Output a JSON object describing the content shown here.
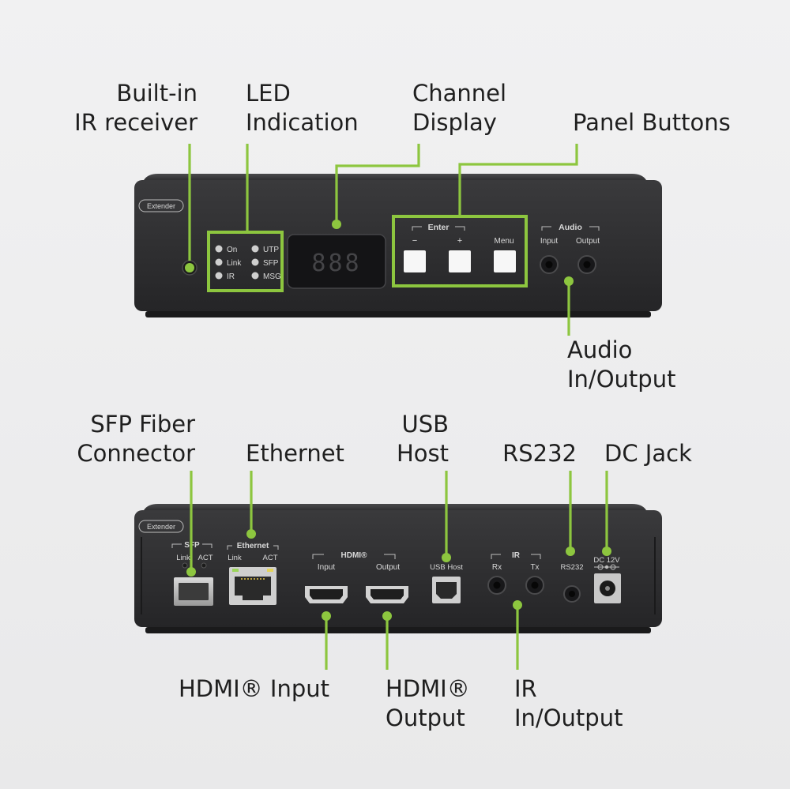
{
  "colors": {
    "accent": "#8dc63f",
    "chassis": "#2b2b2d",
    "label_text": "#1f1f1f",
    "background": "#ededee"
  },
  "front": {
    "badge": "Extender",
    "leds": [
      "On",
      "Link",
      "IR",
      "UTP",
      "SFP",
      "MSG"
    ],
    "display": "888",
    "enter_label": "Enter",
    "minus_label": "−",
    "plus_label": "+",
    "menu_label": "Menu",
    "audio_label": "Audio",
    "audio_input": "Input",
    "audio_output": "Output"
  },
  "rear": {
    "badge": "Extender",
    "sfp_label": "SFP",
    "sfp_link": "Link",
    "sfp_act": "ACT",
    "ethernet_label": "Ethernet",
    "eth_link": "Link",
    "eth_act": "ACT",
    "hdmi_label": "HDMI®",
    "hdmi_input": "Input",
    "hdmi_output": "Output",
    "usb_label": "USB Host",
    "ir_label": "IR",
    "ir_rx": "Rx",
    "ir_tx": "Tx",
    "rs232_label": "RS232",
    "dc_label": "DC 12V"
  },
  "callouts": {
    "ir_receiver": [
      "Built-in",
      "IR receiver"
    ],
    "led": [
      "LED",
      "Indication"
    ],
    "channel": [
      "Channel",
      "Display"
    ],
    "panel_buttons": [
      "Panel Buttons"
    ],
    "audio": [
      "Audio",
      "In/Output"
    ],
    "sfp_fiber": [
      "SFP Fiber",
      "Connector"
    ],
    "ethernet": [
      "Ethernet"
    ],
    "usb": [
      "USB",
      "Host"
    ],
    "rs232": [
      "RS232"
    ],
    "dc_jack": [
      "DC Jack"
    ],
    "hdmi_in": [
      "HDMI® Input"
    ],
    "hdmi_out": [
      "HDMI®",
      "Output"
    ],
    "ir_io": [
      "IR",
      "In/Output"
    ]
  }
}
